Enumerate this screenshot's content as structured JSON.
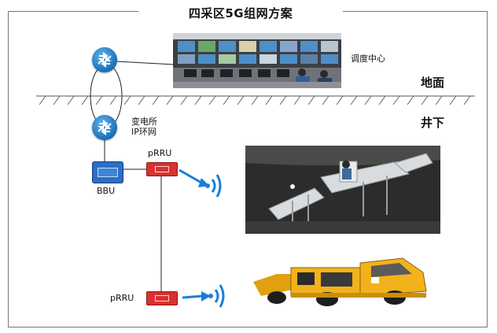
{
  "title": "四采区5G组网方案",
  "labels": {
    "dispatch_center": "调度中心",
    "surface": "地面",
    "underground": "井下",
    "substation_line1": "变电所",
    "substation_line2": "IP环网",
    "bbu": "BBU",
    "prru_top": "pRRU",
    "prru_bottom": "pRRU"
  },
  "colors": {
    "router_blue": "#1a6fb8",
    "signal_blue": "#1a7ed8",
    "rru_red": "#d8322f",
    "bbu_blue": "#2b6fc4",
    "vehicle_yellow": "#f2b21b"
  },
  "icons": {
    "router": "router-icon",
    "signal": "wireless-signal-icon"
  }
}
